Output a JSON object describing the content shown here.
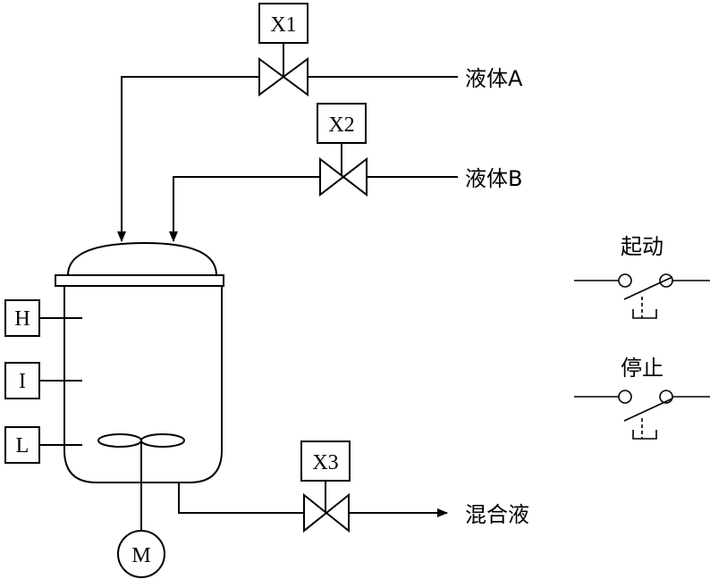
{
  "valves": {
    "x1": "X1",
    "x2": "X2",
    "x3": "X3"
  },
  "inlets": {
    "a": "液体A",
    "b": "液体B"
  },
  "outlet": "混合液",
  "level_sensors": {
    "high": "H",
    "mid": "I",
    "low": "L"
  },
  "motor": "M",
  "switches": {
    "start": "起动",
    "stop": "停止"
  }
}
